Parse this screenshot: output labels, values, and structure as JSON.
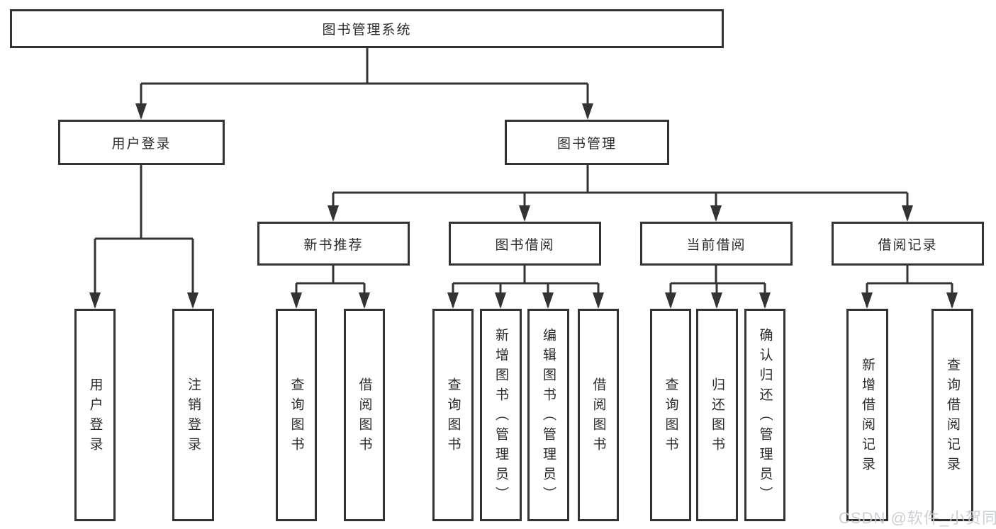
{
  "page": {
    "background": "#ffffff"
  },
  "colors": {
    "line": "#333333",
    "box_border": "#333333",
    "text": "#2b2b2b",
    "box_background": "#ffffff",
    "watermark_text": "#c7cbd1"
  },
  "diagram": {
    "root": {
      "label": "图书管理系统"
    },
    "branches": [
      {
        "label": "用户登录",
        "children": [
          {
            "label": "用户登录"
          },
          {
            "label": "注销登录"
          }
        ]
      },
      {
        "label": "图书管理",
        "children": [
          {
            "label": "新书推荐",
            "children": [
              {
                "label": "查询图书"
              },
              {
                "label": "借阅图书"
              }
            ]
          },
          {
            "label": "图书借阅",
            "children": [
              {
                "label": "查询图书"
              },
              {
                "label": "新增图书（管理员）"
              },
              {
                "label": "编辑图书（管理员）"
              },
              {
                "label": "借阅图书"
              }
            ]
          },
          {
            "label": "当前借阅",
            "children": [
              {
                "label": "查询图书"
              },
              {
                "label": "归还图书"
              },
              {
                "label": "确认归还（管理员）"
              }
            ]
          },
          {
            "label": "借阅记录",
            "children": [
              {
                "label": "新增借阅记录"
              },
              {
                "label": "查询借阅记录"
              }
            ]
          }
        ]
      }
    ]
  },
  "watermark": {
    "text": "CSDN @软件_小贺同学"
  }
}
